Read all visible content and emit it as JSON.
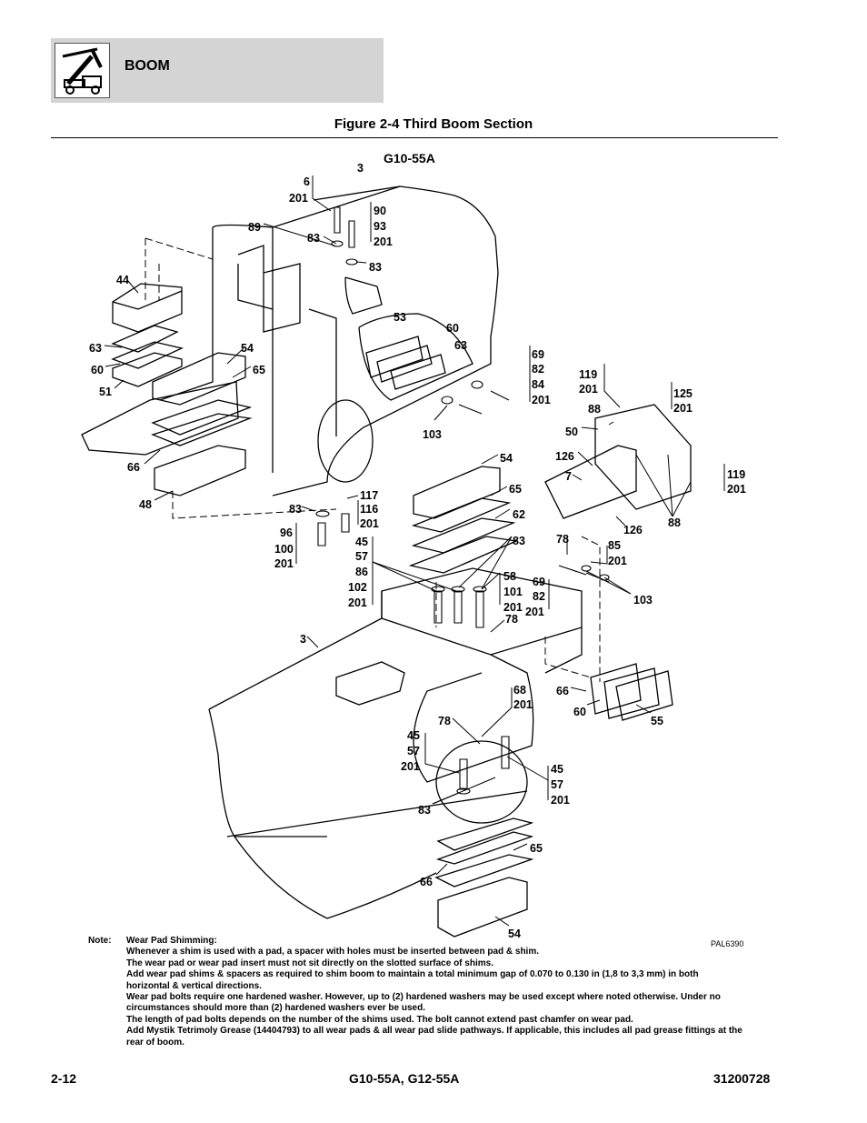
{
  "header": {
    "section": "BOOM"
  },
  "figure": {
    "title": "Figure 2-4 Third Boom Section",
    "model": "G10-55A",
    "code": "PAL6390"
  },
  "callouts": [
    {
      "t": "3"
    },
    {
      "t": "6"
    },
    {
      "t": "201"
    },
    {
      "t": "90"
    },
    {
      "t": "93"
    },
    {
      "t": "201"
    },
    {
      "t": "89"
    },
    {
      "t": "83"
    },
    {
      "t": "83"
    },
    {
      "t": "44"
    },
    {
      "t": "53"
    },
    {
      "t": "60"
    },
    {
      "t": "63"
    },
    {
      "t": "69"
    },
    {
      "t": "82"
    },
    {
      "t": "84"
    },
    {
      "t": "201"
    },
    {
      "t": "63"
    },
    {
      "t": "54"
    },
    {
      "t": "60"
    },
    {
      "t": "65"
    },
    {
      "t": "51"
    },
    {
      "t": "119"
    },
    {
      "t": "201"
    },
    {
      "t": "125"
    },
    {
      "t": "201"
    },
    {
      "t": "88"
    },
    {
      "t": "103"
    },
    {
      "t": "50"
    },
    {
      "t": "66"
    },
    {
      "t": "54"
    },
    {
      "t": "126"
    },
    {
      "t": "7"
    },
    {
      "t": "119"
    },
    {
      "t": "201"
    },
    {
      "t": "48"
    },
    {
      "t": "65"
    },
    {
      "t": "117"
    },
    {
      "t": "83"
    },
    {
      "t": "116"
    },
    {
      "t": "201"
    },
    {
      "t": "62"
    },
    {
      "t": "126"
    },
    {
      "t": "88"
    },
    {
      "t": "96"
    },
    {
      "t": "100"
    },
    {
      "t": "201"
    },
    {
      "t": "45"
    },
    {
      "t": "57"
    },
    {
      "t": "86"
    },
    {
      "t": "102"
    },
    {
      "t": "201"
    },
    {
      "t": "83"
    },
    {
      "t": "78"
    },
    {
      "t": "85"
    },
    {
      "t": "201"
    },
    {
      "t": "58"
    },
    {
      "t": "101"
    },
    {
      "t": "201"
    },
    {
      "t": "69"
    },
    {
      "t": "82"
    },
    {
      "t": "201"
    },
    {
      "t": "103"
    },
    {
      "t": "78"
    },
    {
      "t": "3"
    },
    {
      "t": "68"
    },
    {
      "t": "201"
    },
    {
      "t": "66"
    },
    {
      "t": "60"
    },
    {
      "t": "55"
    },
    {
      "t": "78"
    },
    {
      "t": "45"
    },
    {
      "t": "57"
    },
    {
      "t": "201"
    },
    {
      "t": "45"
    },
    {
      "t": "57"
    },
    {
      "t": "201"
    },
    {
      "t": "83"
    },
    {
      "t": "65"
    },
    {
      "t": "66"
    },
    {
      "t": "54"
    }
  ],
  "notes": {
    "label": "Note:",
    "heading": "Wear Pad Shimming:",
    "lines": [
      "Whenever a shim is used with a pad, a spacer with holes must be inserted between pad & shim.",
      "The wear pad or wear pad insert must not sit directly on the slotted surface of shims.",
      "Add wear pad shims & spacers as required to shim boom to maintain a total minimum gap of 0.070 to 0.130 in (1,8 to 3,3 mm) in both horizontal & vertical directions.",
      "Wear pad bolts require one hardened washer. However, up to (2) hardened washers may be used except where noted otherwise. Under no circumstances should more than (2) hardened washers ever be used.",
      "The length of pad bolts depends on the number of the shims used. The bolt cannot extend past chamfer on wear pad.",
      "Add Mystik Tetrimoly Grease (14404793) to all wear pads & all wear pad slide pathways. If applicable, this includes all pad grease fittings at the rear of boom."
    ]
  },
  "footer": {
    "page": "2-12",
    "models": "G10-55A, G12-55A",
    "doc": "31200728"
  }
}
